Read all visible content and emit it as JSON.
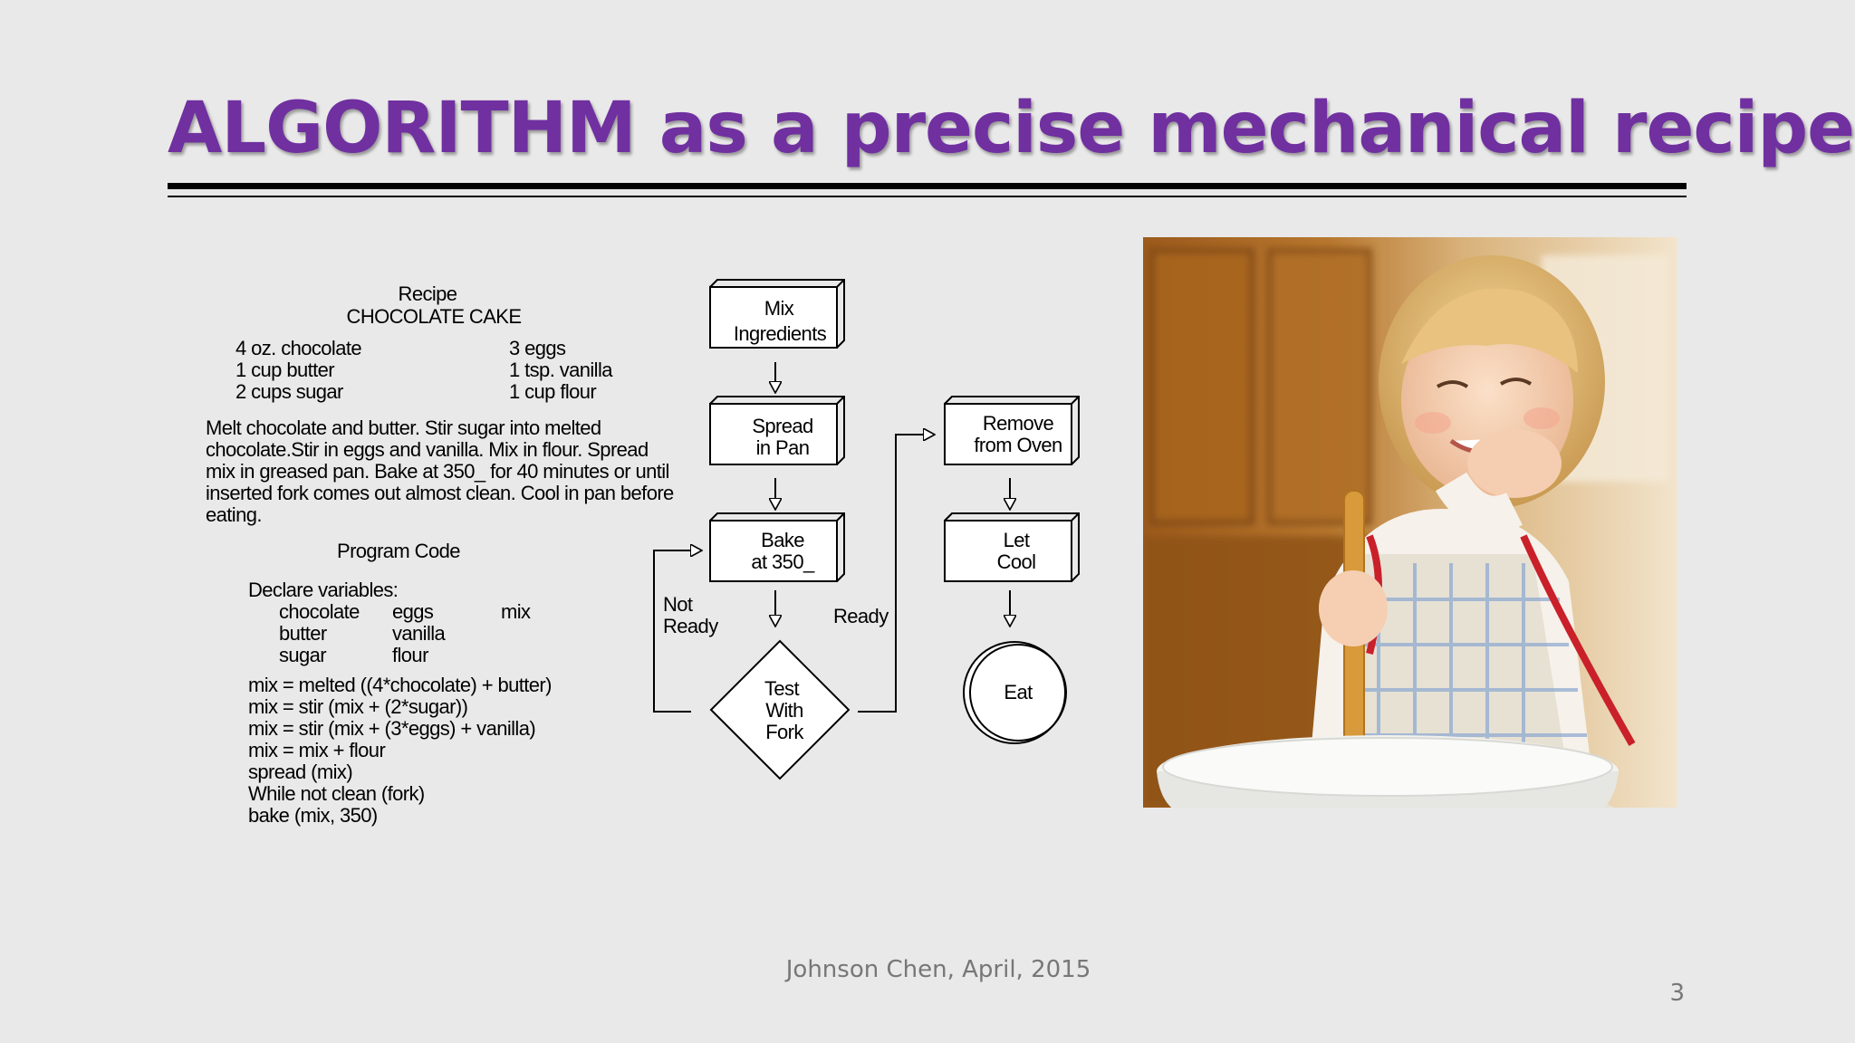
{
  "slide": {
    "title": "ALGORITHM as a precise mechanical recipe",
    "footer": "Johnson Chen, April, 2015",
    "page_number": "3",
    "title_color": "#7030a0"
  },
  "recipe": {
    "heading": "Recipe",
    "name": "CHOCOLATE CAKE",
    "ingredients_left": [
      "4 oz. chocolate",
      "1 cup butter",
      "2 cups sugar"
    ],
    "ingredients_right": [
      "3 eggs",
      "1 tsp. vanilla",
      "1 cup flour"
    ],
    "instructions": "Melt chocolate and butter.  Stir sugar into melted chocolate.Stir in eggs and vanilla.  Mix in flour. Spread  mix in greased pan.  Bake at 350_ for 40 minutes or until inserted fork comes out almost clean. Cool in pan before eating."
  },
  "program": {
    "heading": "Program Code",
    "declare": "Declare variables:",
    "variables_col1": [
      "chocolate",
      "butter",
      "sugar"
    ],
    "variables_col2": [
      "eggs",
      "vanilla",
      "flour"
    ],
    "variables_col3": [
      "mix"
    ],
    "code_lines": [
      "mix = melted  ((4*chocolate) + butter)",
      "mix = stir (mix + (2*sugar))",
      "mix = stir (mix + (3*eggs) + vanilla)",
      "mix = mix + flour",
      "spread (mix)",
      "While not clean (fork)",
      "bake (mix, 350)"
    ]
  },
  "flowchart": {
    "mix_1": "Mix",
    "mix_2": "Ingredients",
    "spread_1": "Spread",
    "spread_2": "in Pan",
    "bake_1": "Bake",
    "bake_2": "at 350_",
    "test_1": "Test",
    "test_2": "With",
    "test_3": "Fork",
    "not_ready_1": "Not",
    "not_ready_2": "Ready",
    "ready": "Ready",
    "remove_1": "Remove",
    "remove_2": "from Oven",
    "cool_1": "Let",
    "cool_2": "Cool",
    "eat": "Eat"
  }
}
